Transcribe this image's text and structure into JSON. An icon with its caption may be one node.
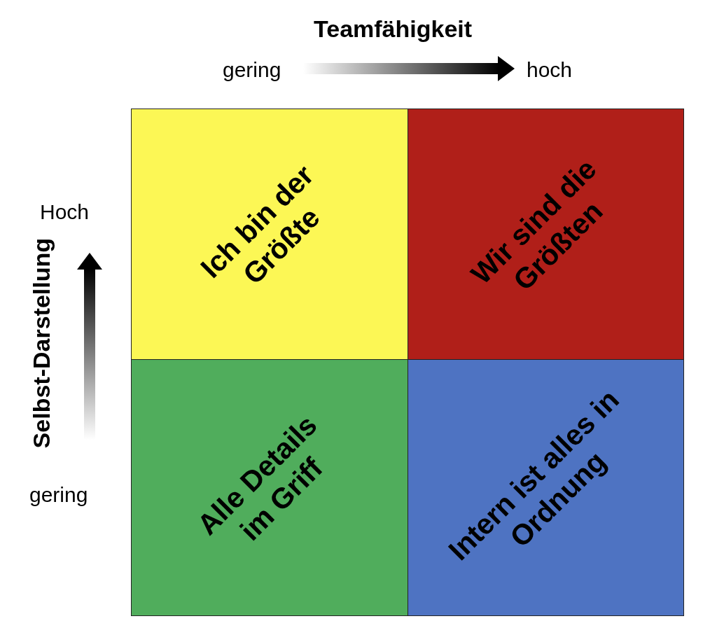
{
  "diagram": {
    "nodes": [
      {
        "text": [
          "Ich bin der Größte"
        ]
      },
      {
        "text": [
          "Wir sind die Größten"
        ]
      },
      {
        "text": [
          "Alle Details im Griff"
        ]
      },
      {
        "text": [
          "Intern ist alles in Ordnung"
        ]
      }
    ],
    "labels": [
      "Teamfähigkeit",
      "gering",
      "hoch",
      "Hoch",
      "Selbst-Darstellung",
      "gering"
    ]
  }
}
